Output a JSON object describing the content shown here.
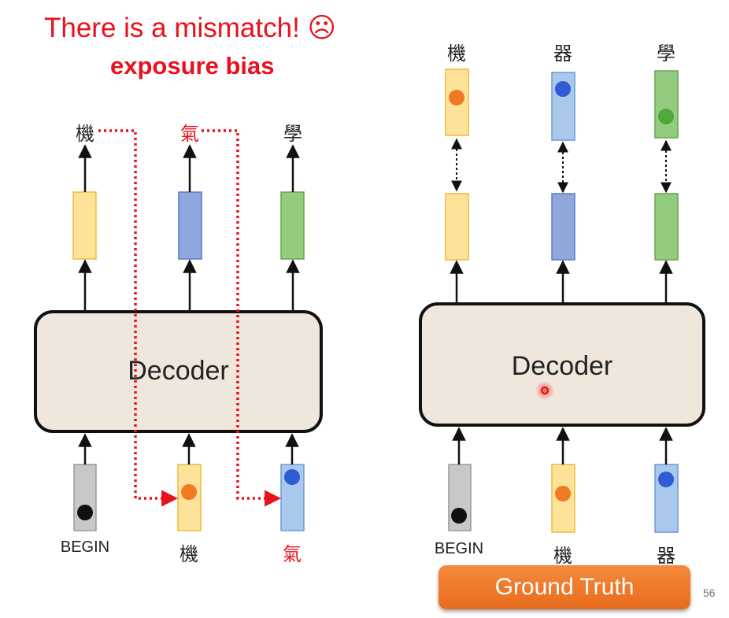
{
  "title": "There is a mismatch! ☹",
  "subtitle": "exposure bias",
  "page_number": "56",
  "ground_truth_label": "Ground Truth",
  "left_panel": {
    "decoder_label": "Decoder",
    "outputs": [
      "機",
      "氣",
      "學"
    ],
    "inputs": [
      "BEGIN",
      "機",
      "氣"
    ]
  },
  "right_panel": {
    "decoder_label": "Decoder",
    "targets": [
      "機",
      "器",
      "學"
    ],
    "inputs": [
      "BEGIN",
      "機",
      "器"
    ]
  },
  "colors": {
    "accent_red": "#e8111c",
    "yellow": "#fde39a",
    "blue": "#8ea7dc",
    "light_blue": "#a9c8ec",
    "green": "#93cc7f",
    "gray": "#c8c8c8",
    "orange_dot": "#f07a22",
    "blue_dot": "#2f5bd4",
    "green_dot": "#4ea83a",
    "decoder_fill": "#efe7dc",
    "ground_truth_button": "#ef7d2f"
  }
}
